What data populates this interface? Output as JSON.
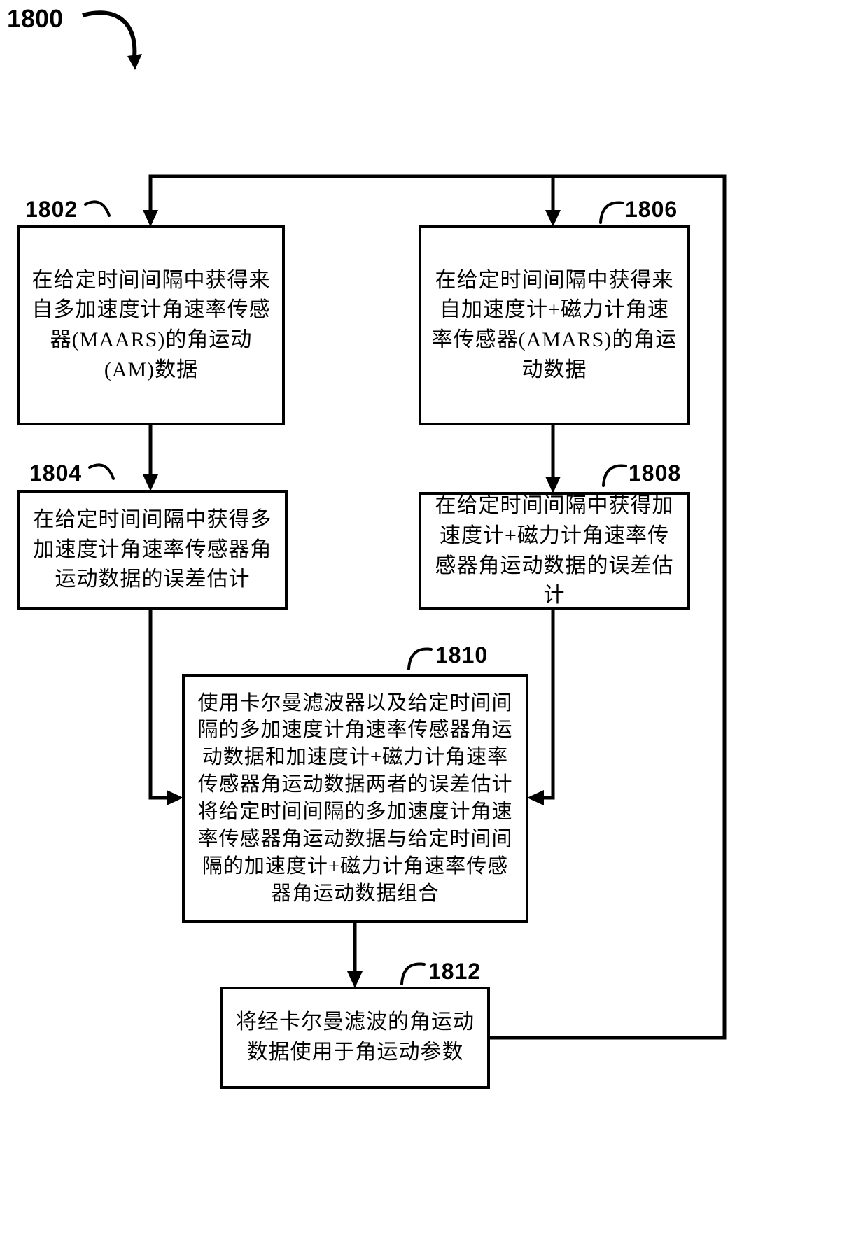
{
  "figure_label": "1800",
  "colors": {
    "line": "#000000",
    "box_border": "#000000",
    "background": "#ffffff"
  },
  "nodes": [
    {
      "ref": "1802",
      "text": "在给定时间间隔中获得来自多加速度计角速率传感器(MAARS)的角运动(AM)数据"
    },
    {
      "ref": "1804",
      "text": "在给定时间间隔中获得多加速度计角速率传感器角运动数据的误差估计"
    },
    {
      "ref": "1806",
      "text": "在给定时间间隔中获得来自加速度计+磁力计角速率传感器(AMARS)的角运动数据"
    },
    {
      "ref": "1808",
      "text": "在给定时间间隔中获得加速度计+磁力计角速率传感器角运动数据的误差估计"
    },
    {
      "ref": "1810",
      "text": "使用卡尔曼滤波器以及给定时间间隔的多加速度计角速率传感器角运动数据和加速度计+磁力计角速率传感器角运动数据两者的误差估计将给定时间间隔的多加速度计角速率传感器角运动数据与给定时间间隔的加速度计+磁力计角速率传感器角运动数据组合"
    },
    {
      "ref": "1812",
      "text": "将经卡尔曼滤波的角运动数据使用于角运动参数"
    }
  ]
}
